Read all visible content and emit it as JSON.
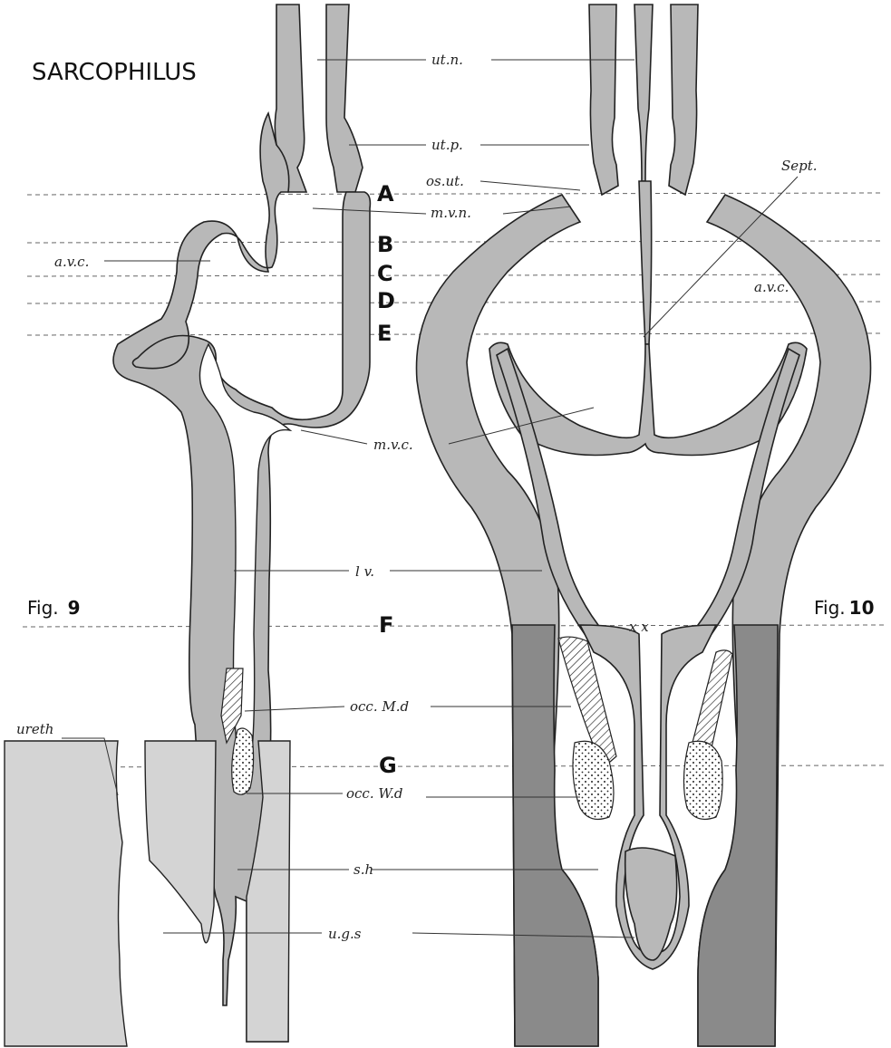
{
  "title": "SARCOPHILUS",
  "figures": {
    "fig9_label": "Fig.",
    "fig9_number": "9",
    "fig10_label": "Fig.",
    "fig10_number": "10"
  },
  "section_letters": [
    "A",
    "B",
    "C",
    "D",
    "E",
    "F",
    "G"
  ],
  "labels": {
    "ut_n": "ut.n.",
    "ut_p": "ut.p.",
    "os_ut": "os.ut.",
    "m_v_n": "m.v.n.",
    "sept": "Sept.",
    "a_v_c_left": "a.v.c.",
    "a_v_c_right": "a.v.c.",
    "m_v_c": "m.v.c.",
    "l_v": "l v.",
    "occ_md": "occ. M.d",
    "occ_wd": "occ. W.d",
    "s_h": "s.h",
    "u_g_s": "u.g.s",
    "ureth": "ureth",
    "cross_marks": "x  x"
  },
  "colors": {
    "tissue": "#b8b8b8",
    "tissue_dark": "#8a8a8a",
    "ink": "#222222"
  }
}
